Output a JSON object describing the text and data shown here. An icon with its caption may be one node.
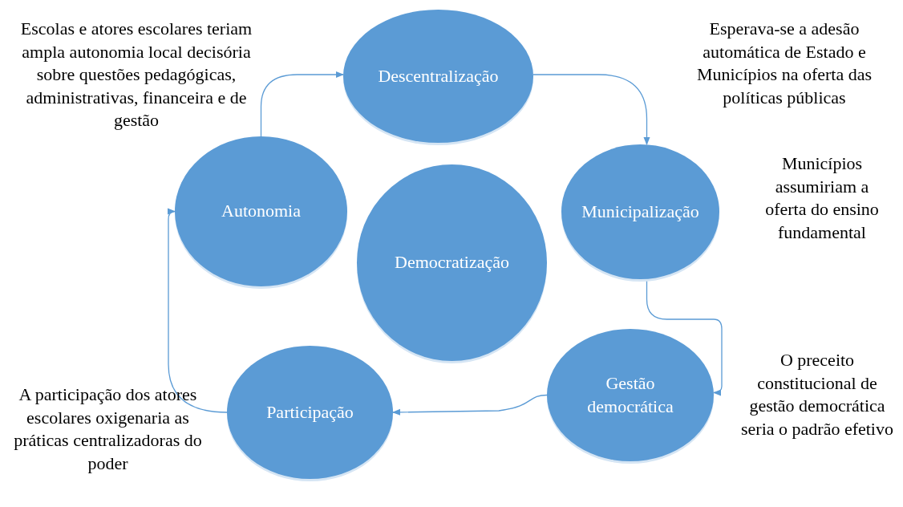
{
  "diagram": {
    "nodes": [
      {
        "text": [
          "Autonomia"
        ],
        "beside": [
          "Escolas e atores escolares teriam ampla autonomia local decisória sobre questões pedagógicas, administrativas, financeira e de gestão"
        ]
      },
      {
        "text": [
          "Descentralização"
        ]
      },
      {
        "text": [
          "Municipalização"
        ],
        "beside": [
          "Municípios assumiriam a oferta do ensino fundamental"
        ]
      },
      {
        "text": [
          "Democratização"
        ]
      },
      {
        "text": [
          "Gestão democrática"
        ],
        "beside": [
          "O preceito constitucional de gestão democrática seria o padrão efetivo"
        ]
      },
      {
        "text": [
          "Participação"
        ],
        "beside": [
          "A participação dos atores escolares oxigenaria as práticas centralizadoras do poder"
        ]
      }
    ],
    "edges": [
      {
        "from": 0,
        "to": 1,
        "arrow": "to"
      },
      {
        "from": 1,
        "to": 2,
        "arrow": "to"
      },
      {
        "from": 2,
        "to": 4,
        "arrow": "to"
      },
      {
        "from": 4,
        "to": 5,
        "arrow": "to"
      },
      {
        "from": 5,
        "to": 0,
        "arrow": "to"
      }
    ],
    "labels": [
      "Esperava-se a adesão automática de Estado e Municípios na oferta das políticas públicas"
    ]
  }
}
